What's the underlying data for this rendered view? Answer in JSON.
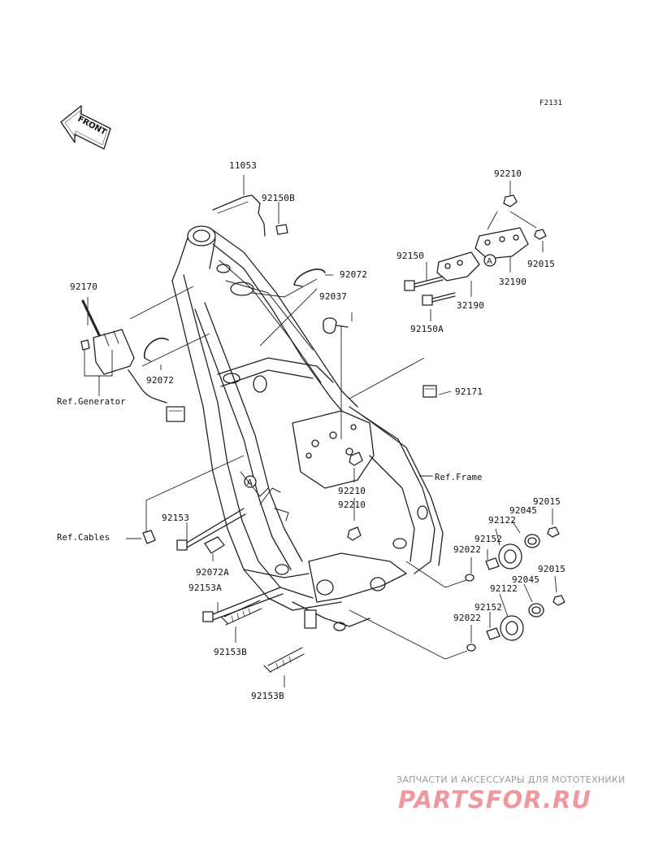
{
  "figure_code": "F2131",
  "front_label": "FRONT",
  "callout_marker": "A",
  "part_labels": [
    {
      "id": "p11053",
      "text": "11053"
    },
    {
      "id": "p92150B",
      "text": "92150B"
    },
    {
      "id": "p92210a",
      "text": "92210"
    },
    {
      "id": "p92150",
      "text": "92150"
    },
    {
      "id": "p92015a",
      "text": "92015"
    },
    {
      "id": "p32190a",
      "text": "32190"
    },
    {
      "id": "p32190b",
      "text": "32190"
    },
    {
      "id": "p92150A",
      "text": "92150A"
    },
    {
      "id": "p92072a",
      "text": "92072"
    },
    {
      "id": "p92037",
      "text": "92037"
    },
    {
      "id": "p92170",
      "text": "92170"
    },
    {
      "id": "p92072b",
      "text": "92072"
    },
    {
      "id": "p92171",
      "text": "92171"
    },
    {
      "id": "p92210b",
      "text": "92210"
    },
    {
      "id": "p92210c",
      "text": "92210"
    },
    {
      "id": "p92153",
      "text": "92153"
    },
    {
      "id": "p92072A",
      "text": "92072A"
    },
    {
      "id": "p92153A",
      "text": "92153A"
    },
    {
      "id": "p92153Ba",
      "text": "92153B"
    },
    {
      "id": "p92153Bb",
      "text": "92153B"
    },
    {
      "id": "p92015b",
      "text": "92015"
    },
    {
      "id": "p92122a",
      "text": "92122"
    },
    {
      "id": "p92045a",
      "text": "92045"
    },
    {
      "id": "p92152a",
      "text": "92152"
    },
    {
      "id": "p92022a",
      "text": "92022"
    },
    {
      "id": "p92015c",
      "text": "92015"
    },
    {
      "id": "p92045b",
      "text": "92045"
    },
    {
      "id": "p92122b",
      "text": "92122"
    },
    {
      "id": "p92152b",
      "text": "92152"
    },
    {
      "id": "p92022b",
      "text": "92022"
    }
  ],
  "reference_labels": {
    "generator": "Ref.Generator",
    "frame": "Ref.Frame",
    "cables": "Ref.Cables"
  },
  "watermark": {
    "tagline": "ЗАПЧАСТИ И АКСЕССУАРЫ ДЛЯ МОТОТЕХНИКИ",
    "logo": "PARTSFOR.RU",
    "logo_color": "#ec9aa0"
  }
}
